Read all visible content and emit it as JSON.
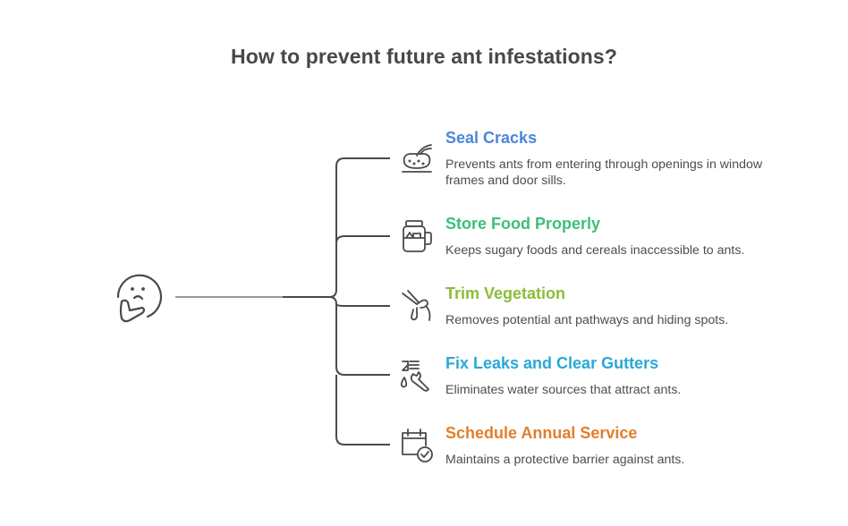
{
  "title": "How to prevent future ant infestations?",
  "root": {
    "icon": "thinking-face-icon"
  },
  "items": [
    {
      "title": "Seal Cracks",
      "description": "Prevents ants from entering through openings in window frames and door sills.",
      "color": "#4a86d8",
      "icon": "caulk-sealing-icon"
    },
    {
      "title": "Store Food Properly",
      "description": "Keeps sugary foods and cereals inaccessible to ants.",
      "color": "#3dbf78",
      "icon": "food-jar-icon"
    },
    {
      "title": "Trim Vegetation",
      "description": "Removes potential ant pathways and hiding spots.",
      "color": "#8bbd38",
      "icon": "pruning-shears-icon"
    },
    {
      "title": "Fix Leaks and Clear Gutters",
      "description": "Eliminates water sources that attract ants.",
      "color": "#2aa8d8",
      "icon": "faucet-wrench-icon"
    },
    {
      "title": "Schedule Annual Service",
      "description": "Maintains a protective barrier against ants.",
      "color": "#e07f2c",
      "icon": "calendar-check-icon"
    }
  ]
}
